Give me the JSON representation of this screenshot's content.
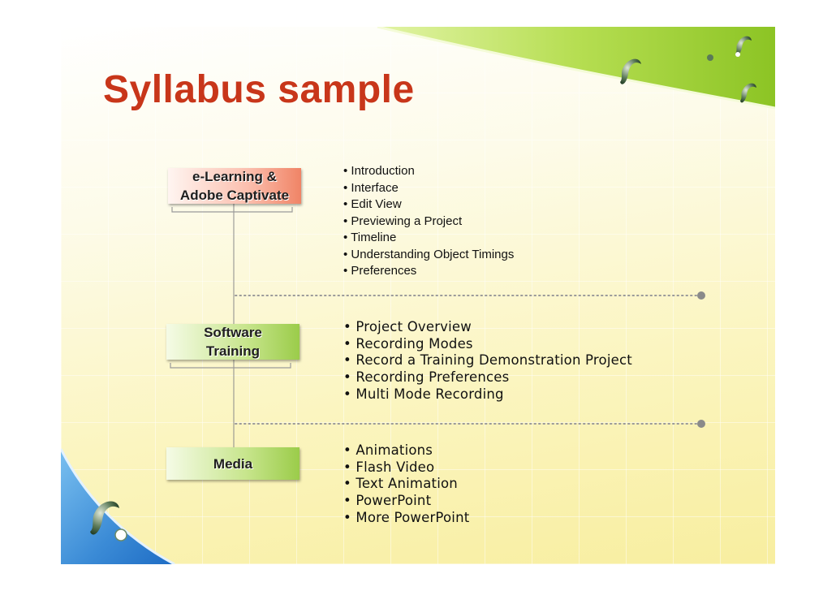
{
  "slide": {
    "title": "Syllabus sample",
    "title_color": "#c8361a",
    "sections": [
      {
        "label_line1": "e-Learning &",
        "label_line2": "Adobe Captivate",
        "box_color": "#f6a38c",
        "items": [
          "Introduction",
          "Interface",
          "Edit View",
          "Previewing a Project",
          "Timeline",
          "Understanding Object Timings",
          "Preferences"
        ]
      },
      {
        "label_line1": "Software",
        "label_line2": "Training",
        "box_color": "#b5dc70",
        "items": [
          "Project Overview",
          "Recording Modes",
          "Record a Training Demonstration Project",
          "Recording Preferences",
          "Multi Mode Recording"
        ]
      },
      {
        "label_line1": "Media",
        "box_color": "#b5dc70",
        "items": [
          "Animations",
          "Flash Video",
          "Text Animation",
          "PowerPoint",
          "More PowerPoint"
        ]
      }
    ],
    "decor": {
      "top_right_swoosh": "#9ccc2c",
      "bottom_left_swoosh": "#3d8fd6",
      "icons": [
        "leaf-sprout-icon",
        "leaf-sprout-icon",
        "leaf-sprout-icon",
        "leaf-sprout-icon"
      ]
    }
  }
}
